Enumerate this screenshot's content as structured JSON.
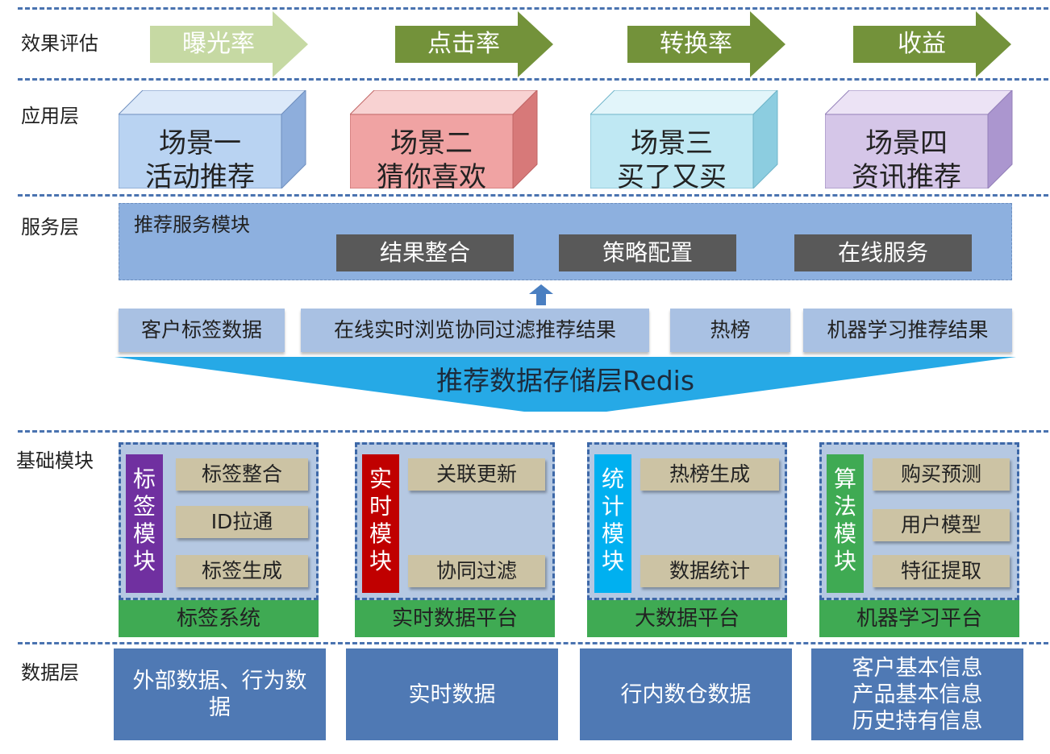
{
  "layers": {
    "eval": "效果评估",
    "app": "应用层",
    "service": "服务层",
    "base": "基础模块",
    "data": "数据层"
  },
  "metrics": [
    {
      "label": "曝光率",
      "color": "#c6d9a3"
    },
    {
      "label": "点击率",
      "color": "#73923a"
    },
    {
      "label": "转换率",
      "color": "#73923a"
    },
    {
      "label": "收益",
      "color": "#73923a"
    }
  ],
  "scenes": [
    {
      "line1": "场景一",
      "line2": "活动推荐",
      "front": "#b9d3f2",
      "top": "#dce9f9",
      "side": "#8eaedc"
    },
    {
      "line1": "场景二",
      "line2": "猜你喜欢",
      "front": "#f0a3a3",
      "top": "#f8d2d2",
      "side": "#d77979"
    },
    {
      "line1": "场景三",
      "line2": "买了又买",
      "front": "#bfe8f3",
      "top": "#e2f5fa",
      "side": "#8ccde0"
    },
    {
      "line1": "场景四",
      "line2": "资讯推荐",
      "front": "#d5c6e8",
      "top": "#ece3f5",
      "side": "#ab96cf"
    }
  ],
  "service": {
    "title": "推荐服务模块",
    "buttons": [
      "结果整合",
      "策略配置",
      "在线服务"
    ]
  },
  "storage": {
    "items": [
      "客户标签数据",
      "在线实时浏览协同过滤推荐结果",
      "热榜",
      "机器学习推荐结果"
    ],
    "redis": "推荐数据存储层Redis"
  },
  "modules": [
    {
      "vertical": [
        "标",
        "签",
        "模",
        "块"
      ],
      "vcolor": "#7030a0",
      "chips": [
        "标签整合",
        "ID拉通",
        "标签生成"
      ],
      "platform": "标签系统"
    },
    {
      "vertical": [
        "实",
        "时",
        "模",
        "块"
      ],
      "vcolor": "#c00000",
      "chips": [
        "关联更新",
        "协同过滤"
      ],
      "platform": "实时数据平台"
    },
    {
      "vertical": [
        "统",
        "计",
        "模",
        "块"
      ],
      "vcolor": "#00b0f0",
      "chips": [
        "热榜生成",
        "数据统计"
      ],
      "platform": "大数据平台"
    },
    {
      "vertical": [
        "算",
        "法",
        "模",
        "块"
      ],
      "vcolor": "#3faa53",
      "chips": [
        "购买预测",
        "用户模型",
        "特征提取"
      ],
      "platform": "机器学习平台"
    }
  ],
  "data_sources": [
    {
      "lines": [
        "外部数据、行为数",
        "据"
      ]
    },
    {
      "lines": [
        "实时数据"
      ]
    },
    {
      "lines": [
        "行内数仓数据"
      ]
    },
    {
      "lines": [
        "客户基本信息",
        "产品基本信息",
        "历史持有信息"
      ]
    }
  ]
}
